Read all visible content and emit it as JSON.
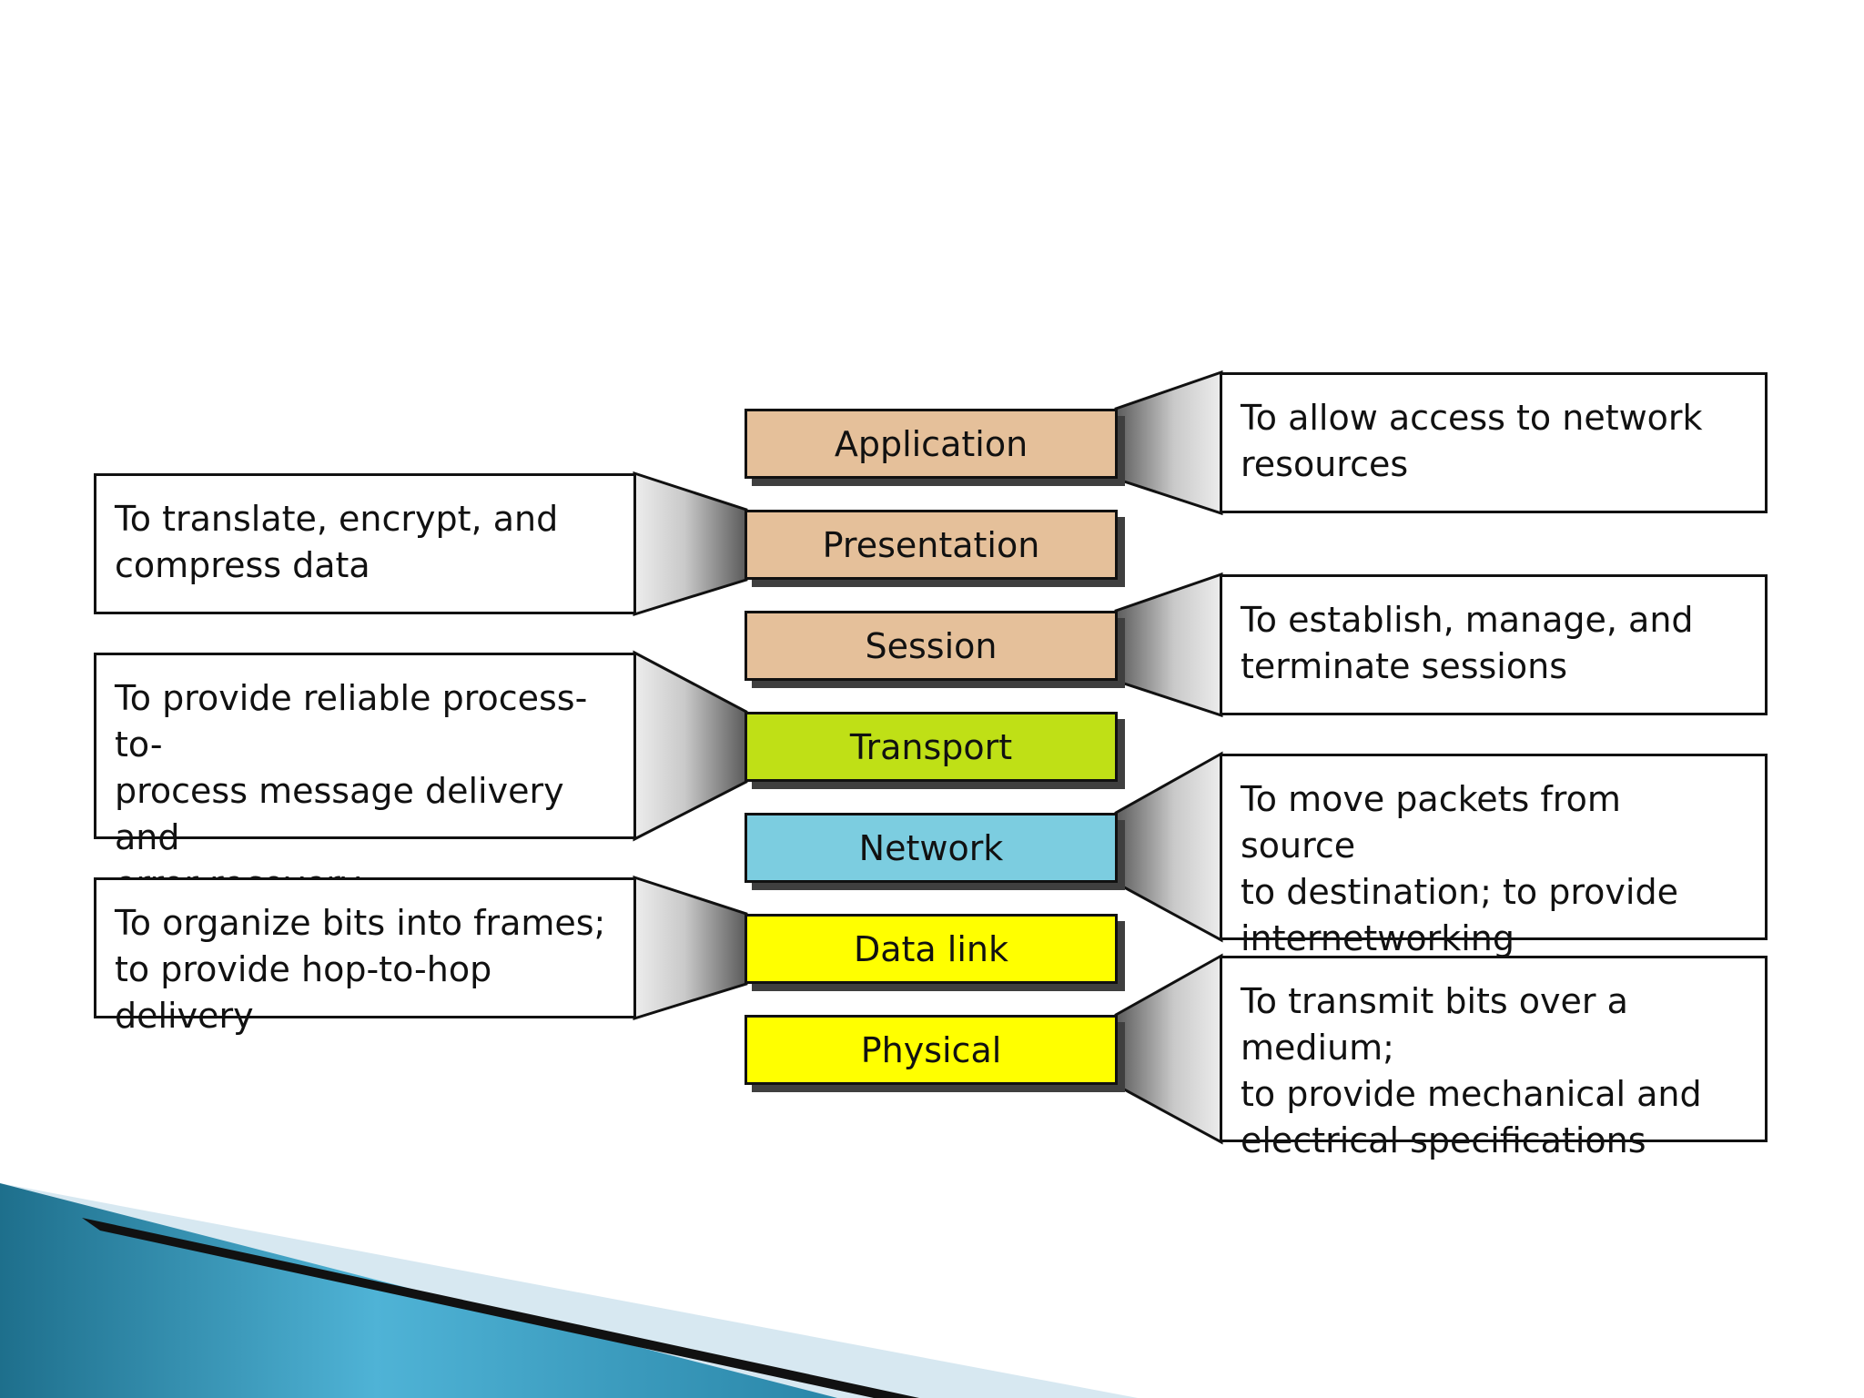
{
  "layers": [
    {
      "id": "application",
      "label": "Application",
      "color": "#e5c09a"
    },
    {
      "id": "presentation",
      "label": "Presentation",
      "color": "#e5c09a"
    },
    {
      "id": "session",
      "label": "Session",
      "color": "#e5c09a"
    },
    {
      "id": "transport",
      "label": "Transport",
      "color": "#bfe016"
    },
    {
      "id": "network",
      "label": "Network",
      "color": "#7ccde0"
    },
    {
      "id": "data-link",
      "label": "Data link",
      "color": "#ffff00"
    },
    {
      "id": "physical",
      "label": "Physical",
      "color": "#ffff00"
    }
  ],
  "descriptions": [
    {
      "layer": "application",
      "side": "right",
      "text": "To allow access to network\nresources"
    },
    {
      "layer": "presentation",
      "side": "left",
      "text": "To translate, encrypt, and\ncompress data"
    },
    {
      "layer": "session",
      "side": "right",
      "text": "To establish, manage, and\nterminate sessions"
    },
    {
      "layer": "transport",
      "side": "left",
      "text": "To provide reliable process-to-\nprocess message delivery and\nerror recovery"
    },
    {
      "layer": "network",
      "side": "right",
      "text": "To move packets from source\nto destination; to provide\ninternetworking"
    },
    {
      "layer": "data-link",
      "side": "left",
      "text": "To organize bits into frames;\nto provide hop-to-hop delivery"
    },
    {
      "layer": "physical",
      "side": "right",
      "text": "To transmit bits over a medium;\nto provide mechanical and\nelectrical specifications"
    }
  ]
}
